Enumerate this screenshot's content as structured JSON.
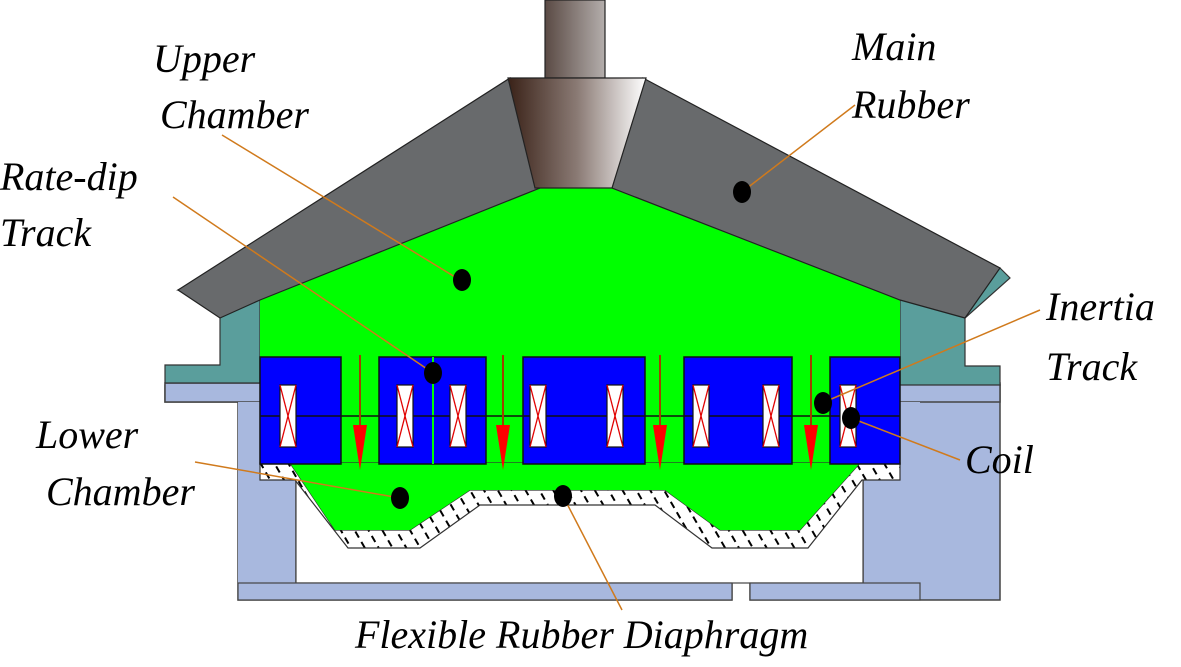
{
  "title": "Active hydraulic engine mount cross-section",
  "labels": {
    "upper_chamber": [
      "Upper",
      "Chamber"
    ],
    "main_rubber": [
      "Main",
      "Rubber"
    ],
    "rate_dip_track": [
      "Rate-dip",
      "Track"
    ],
    "inertia_track": [
      "Inertia",
      "Track"
    ],
    "coil": "Coil",
    "lower_chamber": [
      "Lower",
      "Chamber"
    ],
    "flexible_rubber_diaphragm": "Flexible Rubber Diaphragm"
  },
  "colors": {
    "fluid": "#00ff00",
    "main_rubber": "#686a6c",
    "top_flange": "#5a9e9c",
    "housing": "#a8b8de",
    "magnet_block": "#0000ff",
    "coil_fill": "#ffffff",
    "coil_cross": "#e00000",
    "flow_arrow": "#ff0000",
    "leader_line": "#d07a1c",
    "marker": "#000000"
  }
}
